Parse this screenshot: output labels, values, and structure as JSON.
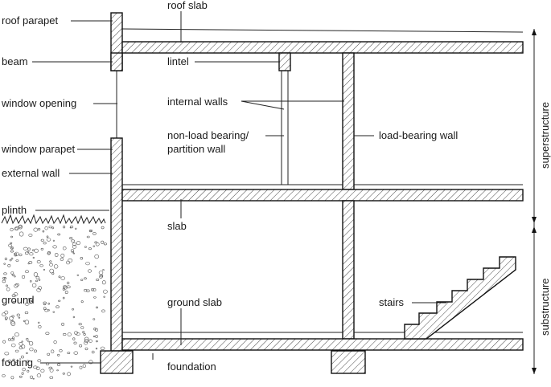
{
  "labels": {
    "roof_parapet": "roof parapet",
    "roof_slab": "roof slab",
    "beam": "beam",
    "lintel": "lintel",
    "window_opening": "window opening",
    "internal_walls": "internal walls",
    "non_load_bearing_1": "non-load bearing/",
    "non_load_bearing_2": "partition wall",
    "load_bearing_wall": "load-bearing wall",
    "window_parapet": "window parapet",
    "external_wall": "external wall",
    "plinth": "plinth",
    "slab": "slab",
    "ground": "ground",
    "ground_slab": "ground slab",
    "stairs": "stairs",
    "footing": "footing",
    "foundation": "foundation",
    "superstructure": "superstructure",
    "substructure": "substructure"
  }
}
